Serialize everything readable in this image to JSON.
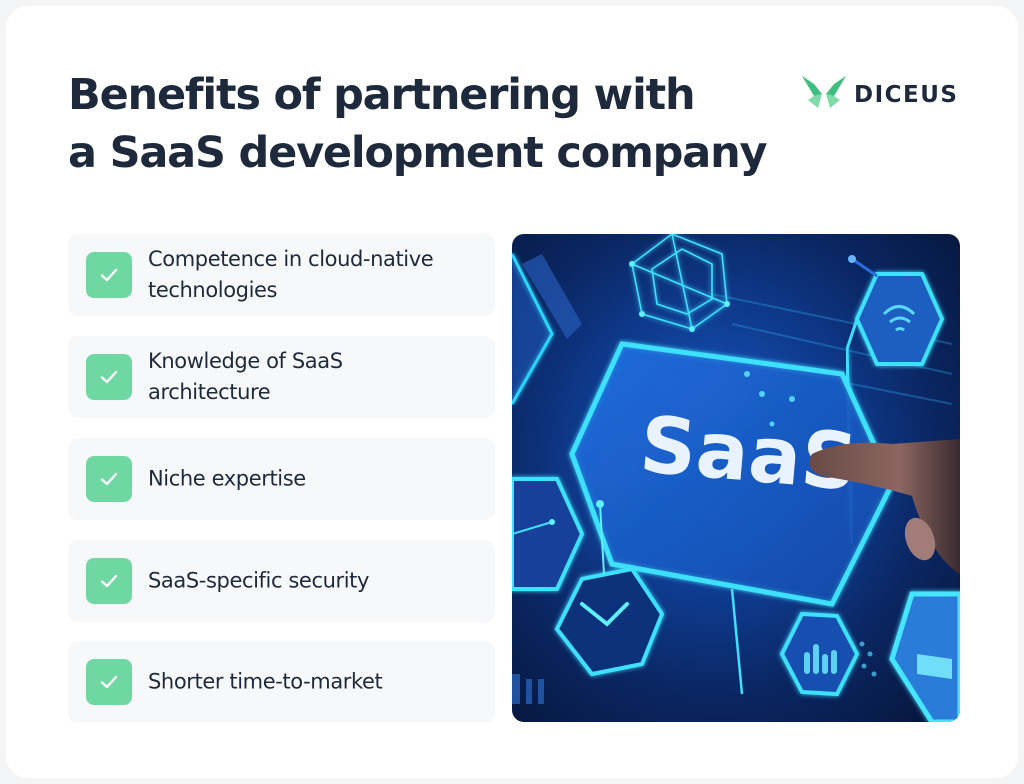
{
  "header": {
    "title_line1": "Benefits of partnering with",
    "title_line2": "a SaaS development company"
  },
  "logo": {
    "text": "DICEUS",
    "icon": "butterfly-logo-icon",
    "colors": {
      "primary": "#3fbf7f",
      "secondary": "#7fdca8"
    }
  },
  "benefits": {
    "items": [
      {
        "label": "Competence in cloud-native technologies",
        "icon": "check-icon"
      },
      {
        "label": "Knowledge of SaaS architecture",
        "icon": "check-icon"
      },
      {
        "label": "Niche expertise",
        "icon": "check-icon"
      },
      {
        "label": "SaaS-specific security",
        "icon": "check-icon"
      },
      {
        "label": "Shorter time-to-market",
        "icon": "check-icon"
      }
    ]
  },
  "hero_image": {
    "caption_text": "SaaS",
    "description": "Finger touching a holographic SaaS interface with hexagonal icons"
  },
  "colors": {
    "title": "#1e2a3c",
    "check_bg": "#6fd8a2",
    "item_bg": "#f7f8f9",
    "page_bg": "#f4f5f6",
    "card_bg": "#ffffff"
  }
}
